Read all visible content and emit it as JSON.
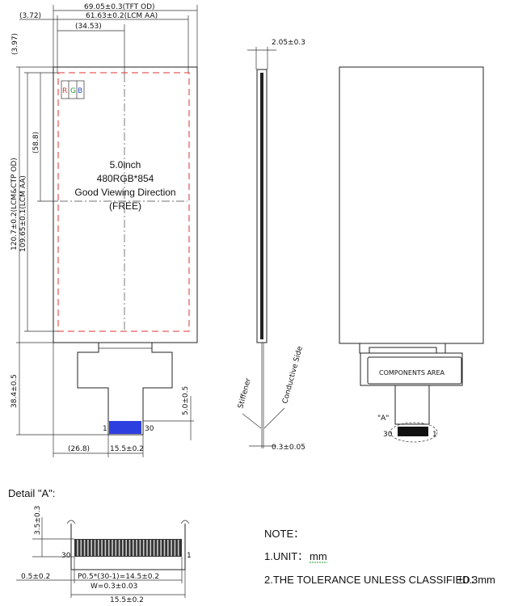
{
  "front_view": {
    "dims": {
      "tft_od": "69.05±0.3(TFT OD)",
      "lcm_aa": "61.63±0.2(LCM AA)",
      "d_3_72": "(3.72)",
      "d_34_53": "(34.53)",
      "d_3_97": "(3.97)",
      "d_58_8": "(58.8)",
      "ctp_od": "120.7±0.2(LCM&CTP OD)",
      "lcm_aa_v": "109.65±0.1(LCM AA)",
      "d_38_4": "38.4±0.5",
      "d_5_0": "5.0±0.5",
      "d_26_8": "(26.8)",
      "d_15_5": "15.5±0.2"
    },
    "rgb": [
      "R",
      "G",
      "B"
    ],
    "rgb_colors": [
      "#e03030",
      "#2a9a2a",
      "#3050d0"
    ],
    "center_text": [
      "5.0inch",
      "480RGB*854",
      "Good Viewing Direction",
      "(FREE)"
    ],
    "pin_first": "1",
    "pin_last": "30",
    "contact_color": "#2e3fe0"
  },
  "side_view": {
    "thickness": "2.05±0.3",
    "fpc_thickness": "0.3±0.05",
    "stiffener": "Stiffener",
    "conductive_side": "Conductive Side"
  },
  "back_view": {
    "components_area": "COMPONENTS AREA",
    "detail_callout": "\"A\"",
    "pin_first": "1",
    "pin_last": "30"
  },
  "detail": {
    "title": "Detail \"A\":",
    "d_3_5": "3.5±0.3",
    "d_0_5": "0.5±0.2",
    "pitch": "P0.5*(30-1)=14.5±0.2",
    "w": "W=0.3±0.03",
    "width": "15.5±0.2",
    "pin_left": "30",
    "pin_right": "1"
  },
  "notes": {
    "title": "NOTE：",
    "unit_label": "1.UNIT：",
    "unit_value": "mm",
    "tolerance_label": "2.THE TOLERANCE UNLESS CLASSIFIED：",
    "tolerance_value": "±0.3mm"
  }
}
